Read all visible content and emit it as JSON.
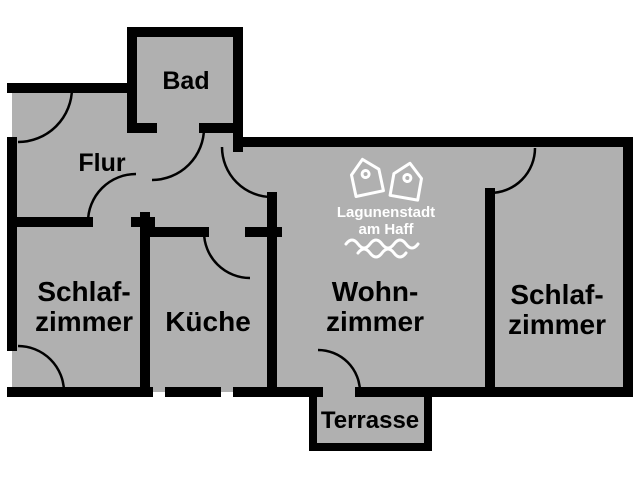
{
  "colors": {
    "background": "#ffffff",
    "floor": "#b0b0b0",
    "wall": "#000000",
    "label": "#000000",
    "logo": "#ffffff"
  },
  "rooms": {
    "bad": {
      "label": "Bad"
    },
    "flur": {
      "label": "Flur"
    },
    "schlafzimmer_links": {
      "line1": "Schlaf-",
      "line2": "zimmer"
    },
    "kueche": {
      "label": "Küche"
    },
    "wohnzimmer": {
      "line1": "Wohn-",
      "line2": "zimmer"
    },
    "schlafzimmer_rechts": {
      "line1": "Schlaf-",
      "line2": "zimmer"
    },
    "terrasse": {
      "label": "Terrasse"
    }
  },
  "logo": {
    "line1": "Lagunenstadt",
    "line2": "am Haff"
  }
}
